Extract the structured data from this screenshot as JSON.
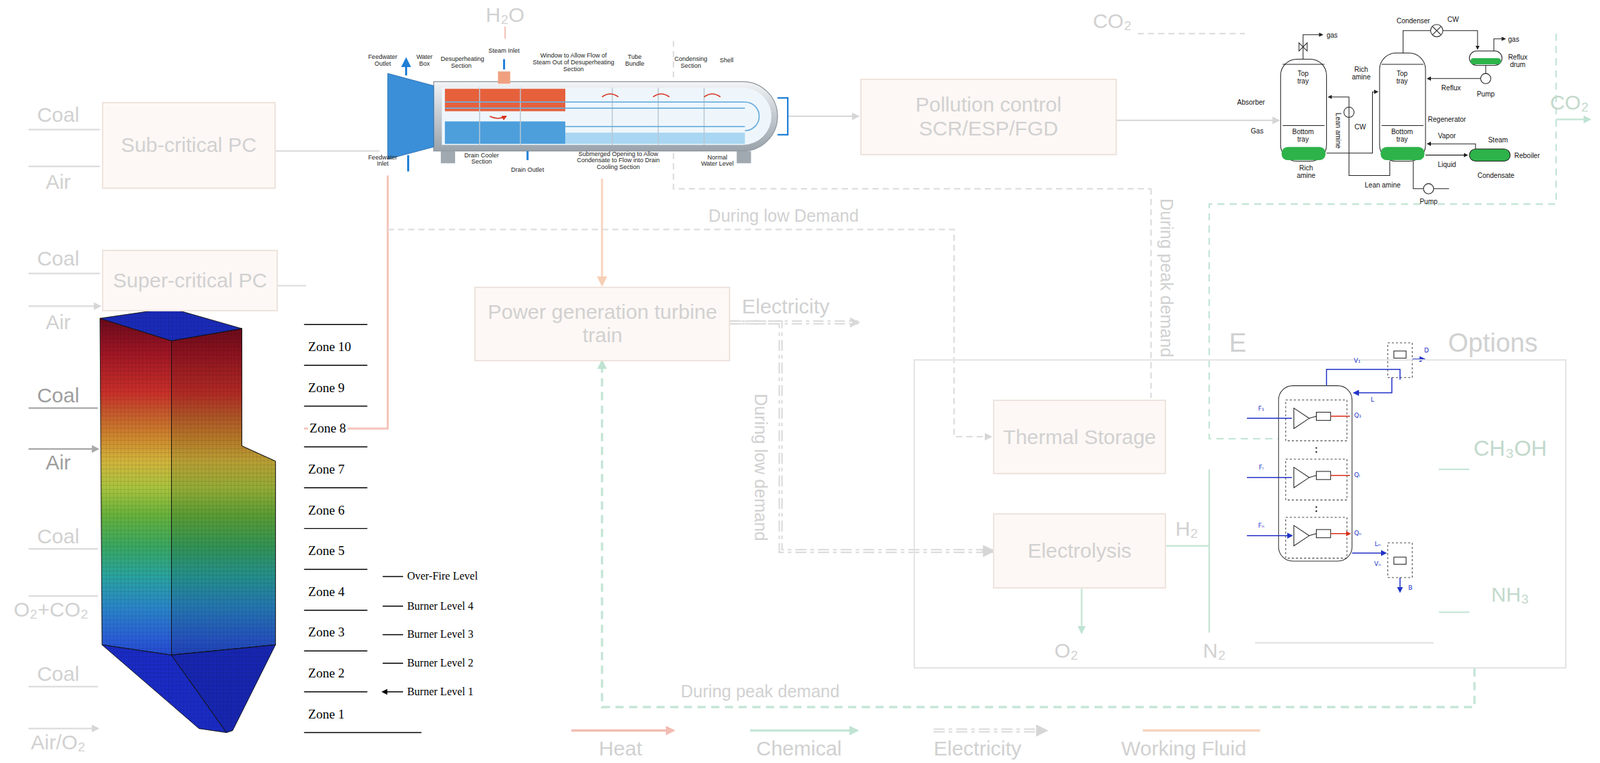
{
  "diagram": {
    "nodes": [
      {
        "text": [
          "Sub-critical PC"
        ]
      },
      {
        "text": [
          "Super-critical PC"
        ]
      },
      {
        "text": [
          "Pollution control SCR/ESP/FGD"
        ]
      },
      {
        "text": [
          "Power generation turbine train"
        ]
      },
      {
        "text": [
          "E",
          "Options"
        ]
      },
      {
        "text": [
          "Thermal Storage"
        ],
        "in": 4
      },
      {
        "text": [
          "Electrolysis"
        ],
        "in": 4
      }
    ],
    "edges": [
      {
        "from": 3,
        "to": 6,
        "arrow": "to",
        "label": "During low demand"
      },
      {
        "from": 4,
        "to": 3,
        "arrow": "to",
        "label": "During peak demand"
      }
    ],
    "labels": [
      "H₂O",
      "CO₂",
      "Coal",
      "Air",
      "Coal",
      "Air",
      "Coal",
      "Air",
      "Coal",
      "O₂+CO₂",
      "Coal",
      "Air/O₂",
      "Electricity",
      "During low Demand",
      "During peak demand",
      "H₂",
      "O₂",
      "N₂",
      "CH₃OH",
      "NH₃",
      "CO₂",
      "Zone 10",
      "Zone 9",
      "Zone 8",
      "Zone 7",
      "Zone 6",
      "Zone 5",
      "Zone 4",
      "Zone 3",
      "Zone 2",
      "Zone 1",
      "Over-Fire Level",
      "Burner Level 4",
      "Burner Level 3",
      "Burner Level 2",
      "Burner Level 1",
      "Feedwater Outlet",
      "Water Box",
      "Desuperheating Section",
      "Steam Inlet",
      "Window to Allow Flow of Steam Out of Desuperheating Section",
      "Tube Bundle",
      "Condensing Section",
      "Shell",
      "Feedwater Inlet",
      "Drain Cooler Section",
      "Drain Outlet",
      "Submerged Opening to Allow Condensate to Flow into Drain Cooling Section",
      "Normal Water Level",
      "gas",
      "Condenser",
      "CW",
      "gas",
      "Reflux drum",
      "Top tray",
      "Rich amine",
      "Lean amine",
      "Reflux",
      "Top tray",
      "CW",
      "Absorber",
      "Regenerator",
      "Pump",
      "Gas",
      "Bottom tray",
      "Bottom tray",
      "Vapor",
      "Steam",
      "Reboiler",
      "Liquid",
      "Condensate",
      "Rich amine",
      "Lean amine",
      "Pump",
      "V₁",
      "L",
      "D",
      "F₁",
      "Q₁",
      "Fᵢ",
      "Qᵢ",
      "Fₙ",
      "Qₙ",
      "Vₙ",
      "B",
      "Lₙ"
    ],
    "legend": [
      {
        "text": "Heat"
      },
      {
        "text": "Chemical"
      },
      {
        "text": "Electricity"
      },
      {
        "text": "Working Fluid"
      }
    ]
  }
}
